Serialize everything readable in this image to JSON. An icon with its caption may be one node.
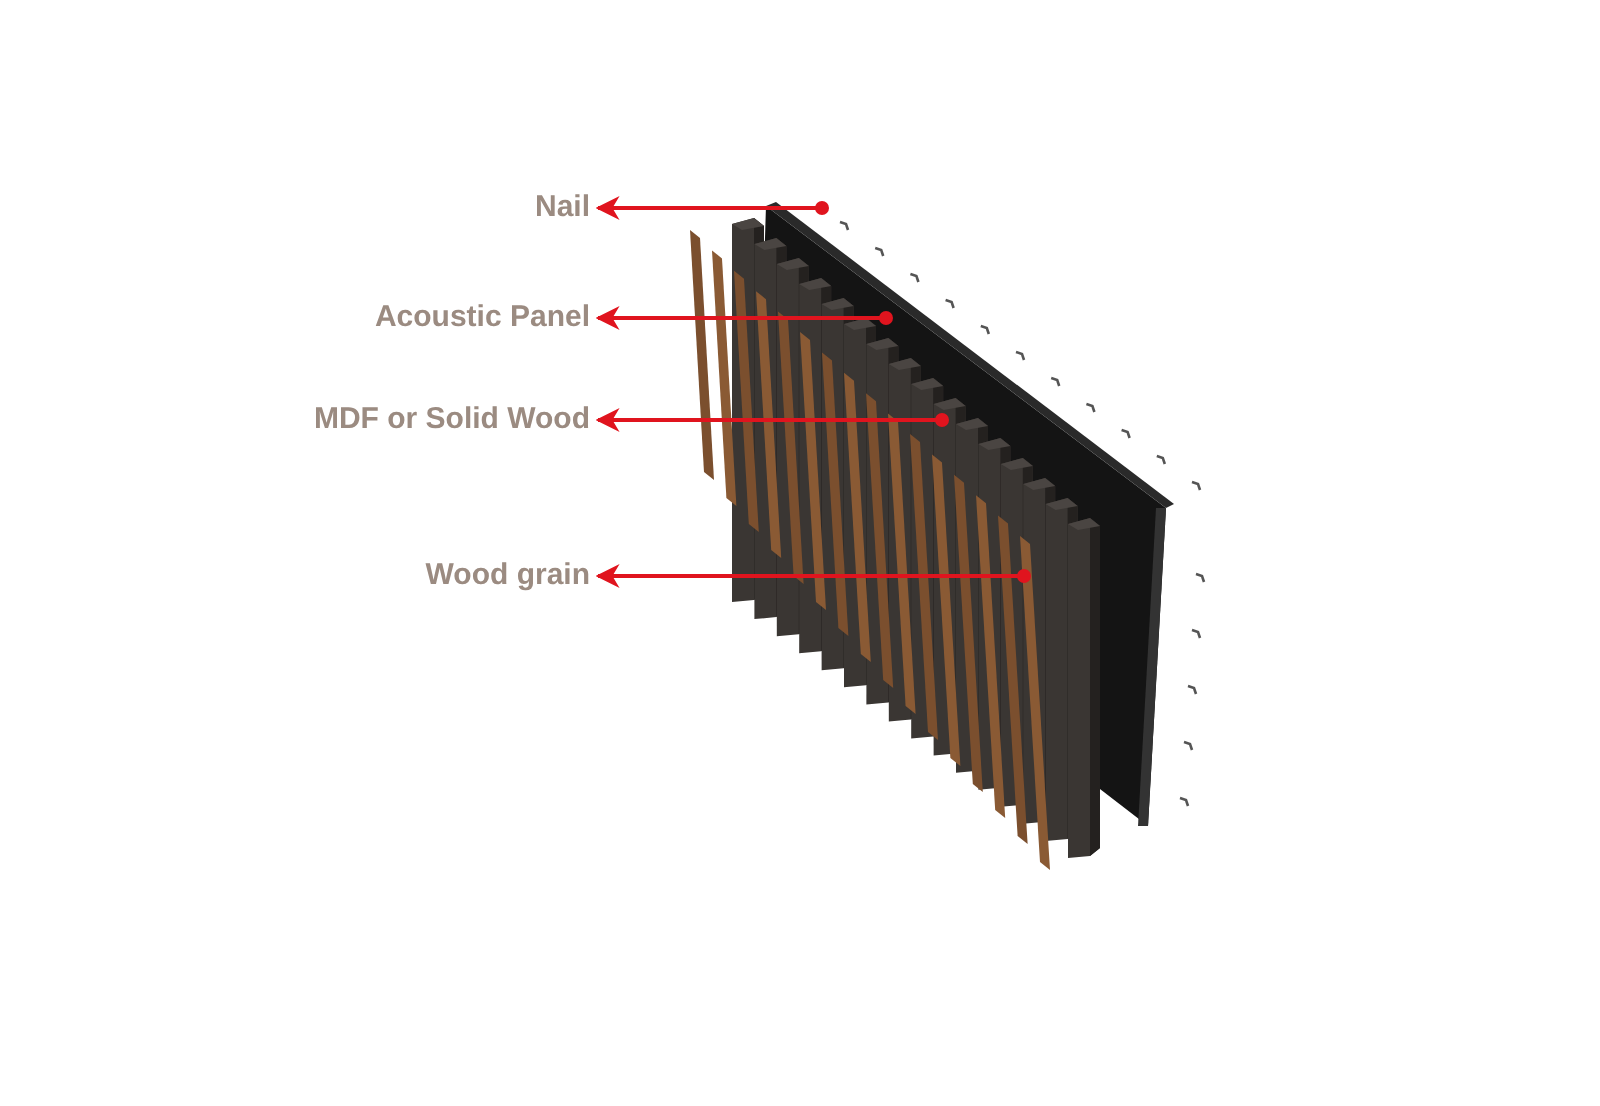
{
  "diagram": {
    "nodes": [
      {
        "text": [
          "Nail"
        ]
      },
      {
        "text": [
          "Acoustic Panel"
        ]
      },
      {
        "text": [
          "MDF or Solid Wood"
        ]
      },
      {
        "text": [
          "Wood grain"
        ]
      },
      {
        "text": [],
        "shape": "picture"
      },
      {
        "text": [],
        "shape": "picture"
      },
      {
        "text": [],
        "shape": "picture"
      },
      {
        "text": [],
        "shape": "picture"
      }
    ],
    "edges": [
      {
        "from": 4,
        "to": 0,
        "arrow": "to"
      },
      {
        "from": 5,
        "to": 1,
        "arrow": "to"
      },
      {
        "from": 6,
        "to": 2,
        "arrow": "to"
      },
      {
        "from": 7,
        "to": 3,
        "arrow": "to"
      }
    ]
  }
}
